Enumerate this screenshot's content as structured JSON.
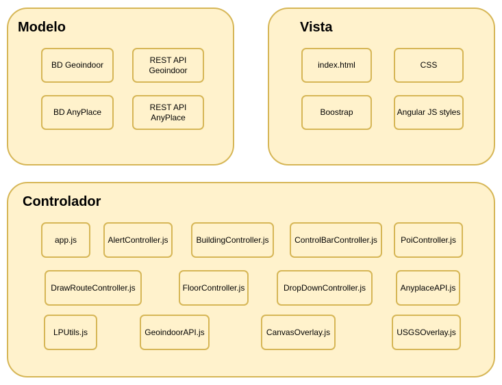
{
  "modelo": {
    "title": "Modelo",
    "items": [
      "BD Geoindoor",
      "REST API\nGeoindoor",
      "BD AnyPlace",
      "REST API\nAnyPlace"
    ]
  },
  "vista": {
    "title": "Vista",
    "items": [
      "index.html",
      "CSS",
      "Boostrap",
      "Angular JS styles"
    ]
  },
  "controlador": {
    "title": "Controlador",
    "items": [
      "app.js",
      "AlertController.js",
      "BuildingController.js",
      "ControlBarController.js",
      "PoiController.js",
      "DrawRouteController.js",
      "FloorController.js",
      "DropDownController.js",
      "AnyplaceAPI.js",
      "LPUtils.js",
      "GeoindoorAPI.js",
      "CanvasOverlay.js",
      "USGSOverlay.js"
    ]
  }
}
